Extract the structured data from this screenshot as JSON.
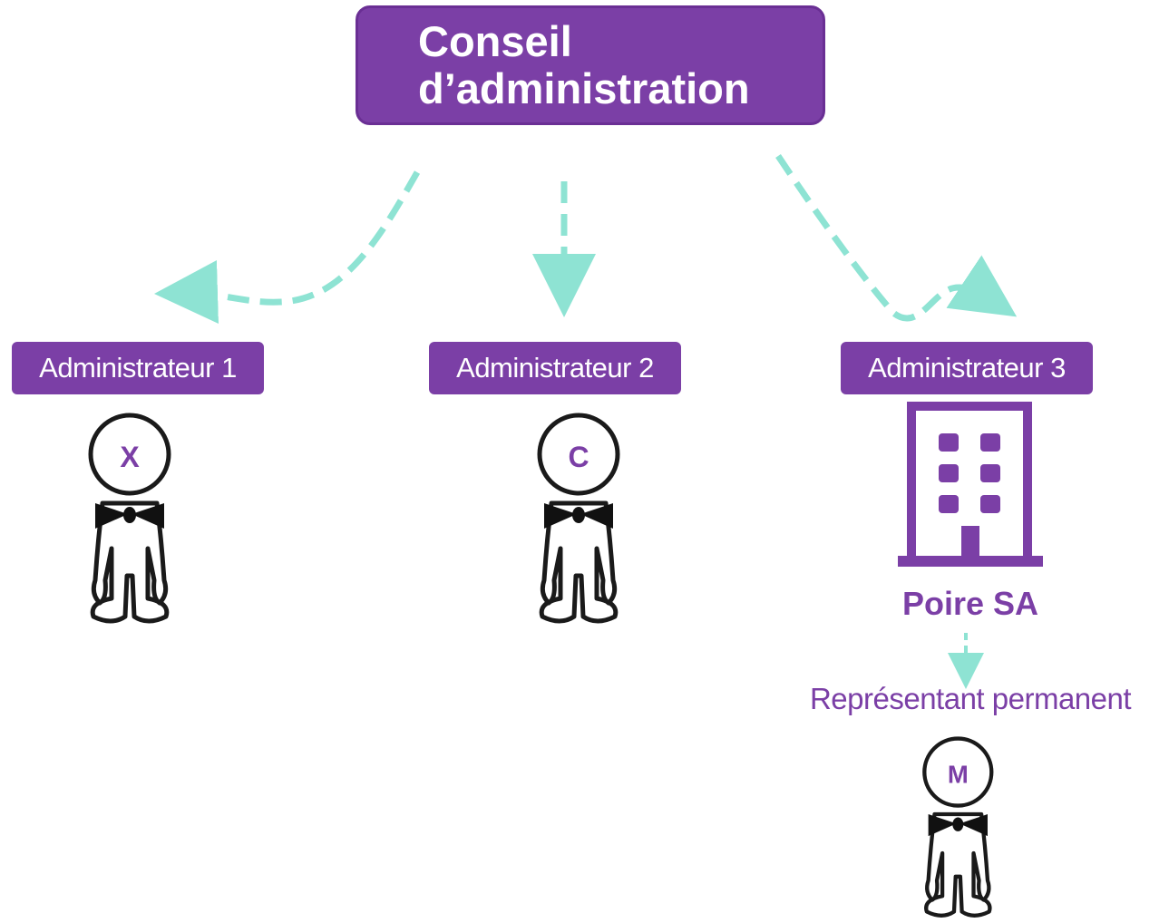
{
  "board": {
    "title": "Conseil d’administration"
  },
  "administrators": [
    {
      "label": "Administrateur 1",
      "person": "X"
    },
    {
      "label": "Administrateur 2",
      "person": "C"
    },
    {
      "label": "Administrateur 3",
      "company": "Poire SA"
    }
  ],
  "representative": {
    "label": "Représentant permanent",
    "person": "M"
  },
  "colors": {
    "primary": "#7b3fa6",
    "arrow": "#8ee3d3",
    "text_on_primary": "#ffffff",
    "ink": "#1a1a1a"
  },
  "icons": [
    "person-icon",
    "bow-tie-icon",
    "building-icon"
  ]
}
